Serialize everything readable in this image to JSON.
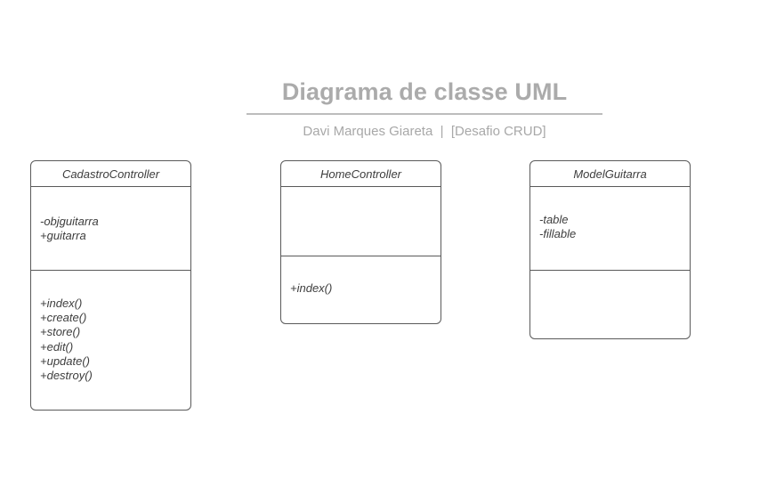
{
  "header": {
    "title": "Diagrama de classe UML",
    "subtitle": "Davi Marques Giareta  |  [Desafio CRUD]"
  },
  "classes": [
    {
      "name": "CadastroController",
      "attributes": [
        "-objguitarra",
        "+guitarra"
      ],
      "methods": [
        "+index()",
        "+create()",
        "+store()",
        "+edit()",
        "+update()",
        "+destroy()"
      ]
    },
    {
      "name": "HomeController",
      "attributes": [],
      "methods": [
        "+index()"
      ]
    },
    {
      "name": "ModelGuitarra",
      "attributes": [
        "-table",
        "-fillable"
      ],
      "methods": []
    }
  ]
}
